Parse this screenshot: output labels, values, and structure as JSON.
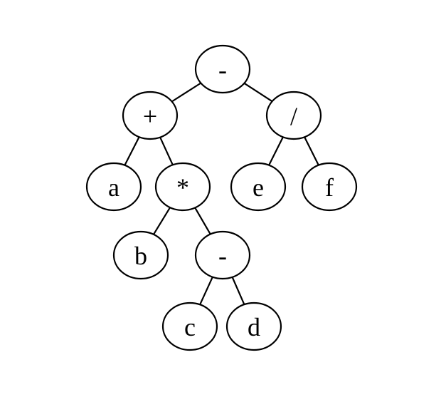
{
  "diagram": {
    "nodes": [
      {
        "id": "root",
        "label": "-"
      },
      {
        "id": "plus",
        "label": "+"
      },
      {
        "id": "div",
        "label": "/"
      },
      {
        "id": "a",
        "label": "a"
      },
      {
        "id": "times",
        "label": "*"
      },
      {
        "id": "e",
        "label": "e"
      },
      {
        "id": "f",
        "label": "f"
      },
      {
        "id": "b",
        "label": "b"
      },
      {
        "id": "minus2",
        "label": "-"
      },
      {
        "id": "c",
        "label": "c"
      },
      {
        "id": "d",
        "label": "d"
      }
    ],
    "edges": [
      [
        "root",
        "plus"
      ],
      [
        "root",
        "div"
      ],
      [
        "plus",
        "a"
      ],
      [
        "plus",
        "times"
      ],
      [
        "div",
        "e"
      ],
      [
        "div",
        "f"
      ],
      [
        "times",
        "b"
      ],
      [
        "times",
        "minus2"
      ],
      [
        "minus2",
        "c"
      ],
      [
        "minus2",
        "d"
      ]
    ],
    "colors": {
      "stroke": "#000000",
      "fill": "#ffffff",
      "text": "#000000"
    }
  }
}
